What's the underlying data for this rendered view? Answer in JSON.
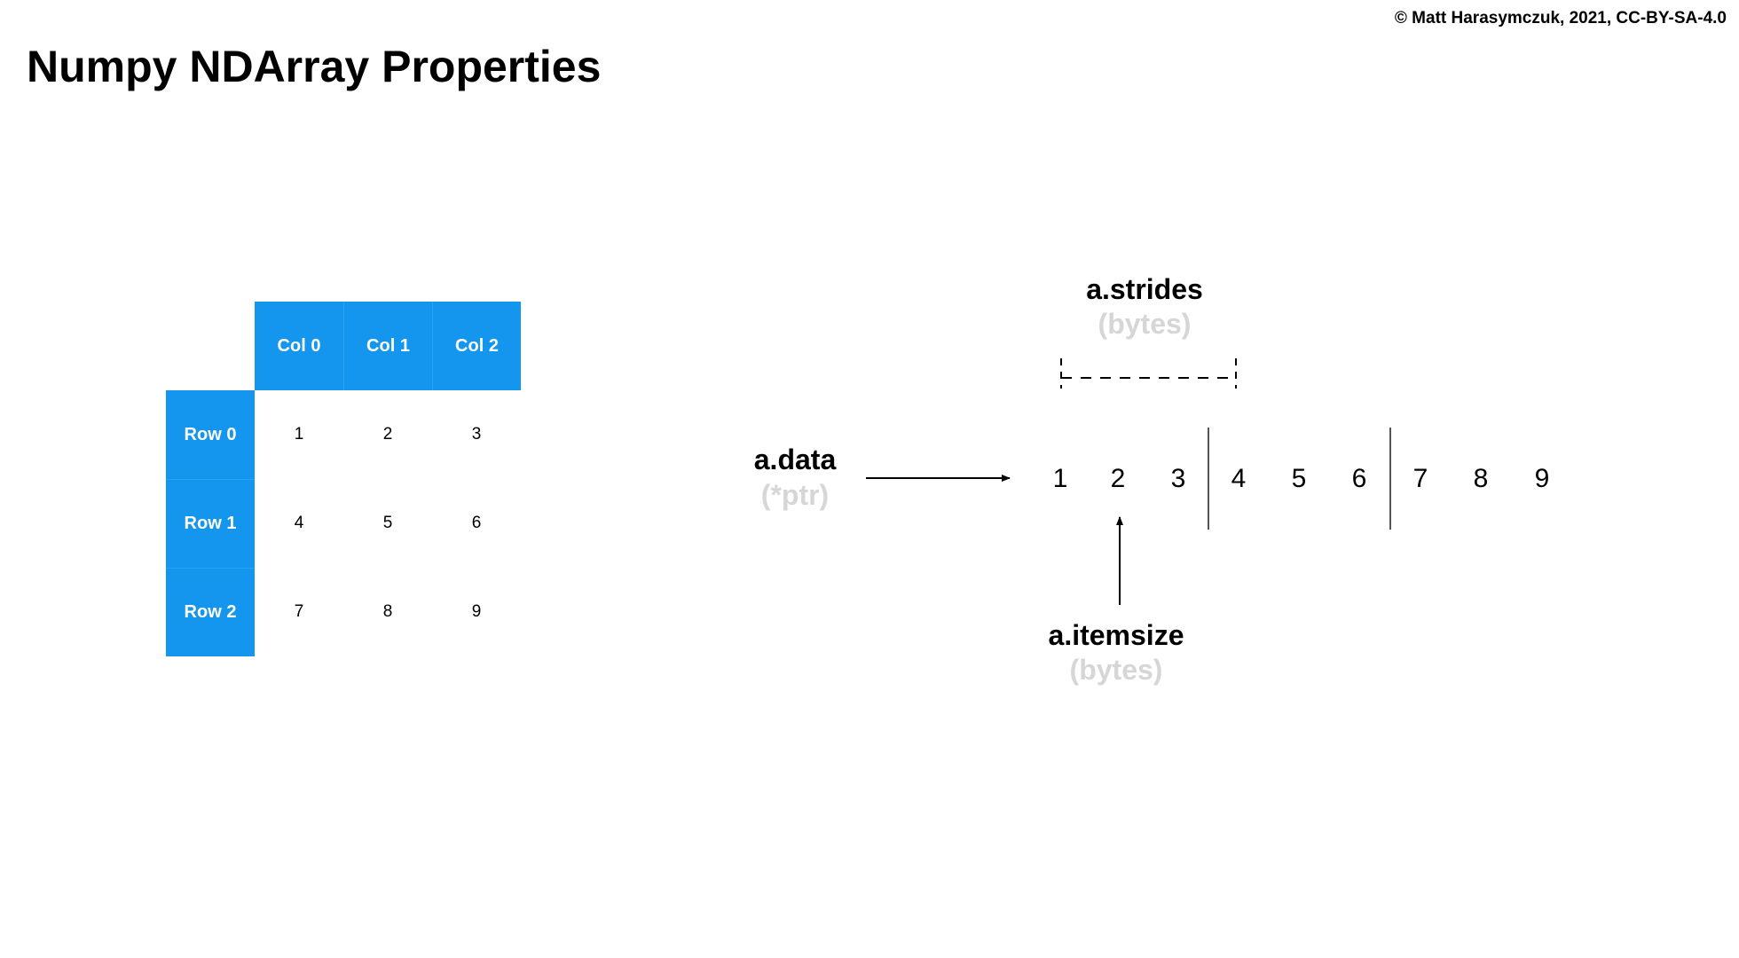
{
  "copyright": "© Matt Harasymczuk, 2021, CC-BY-SA-4.0",
  "title": "Numpy NDArray Properties",
  "table": {
    "col_headers": [
      "Col 0",
      "Col 1",
      "Col 2"
    ],
    "row_headers": [
      "Row 0",
      "Row 1",
      "Row 2"
    ],
    "rows": [
      [
        "1",
        "2",
        "3"
      ],
      [
        "4",
        "5",
        "6"
      ],
      [
        "7",
        "8",
        "9"
      ]
    ],
    "header_color": "#1496ee"
  },
  "memory": {
    "items": [
      "1",
      "2",
      "3",
      "4",
      "5",
      "6",
      "7",
      "8",
      "9"
    ]
  },
  "labels": {
    "data": "a.data",
    "data_sub": "(*ptr)",
    "strides": "a.strides",
    "strides_sub": "(bytes)",
    "itemsize": "a.itemsize",
    "itemsize_sub": "(bytes)"
  }
}
